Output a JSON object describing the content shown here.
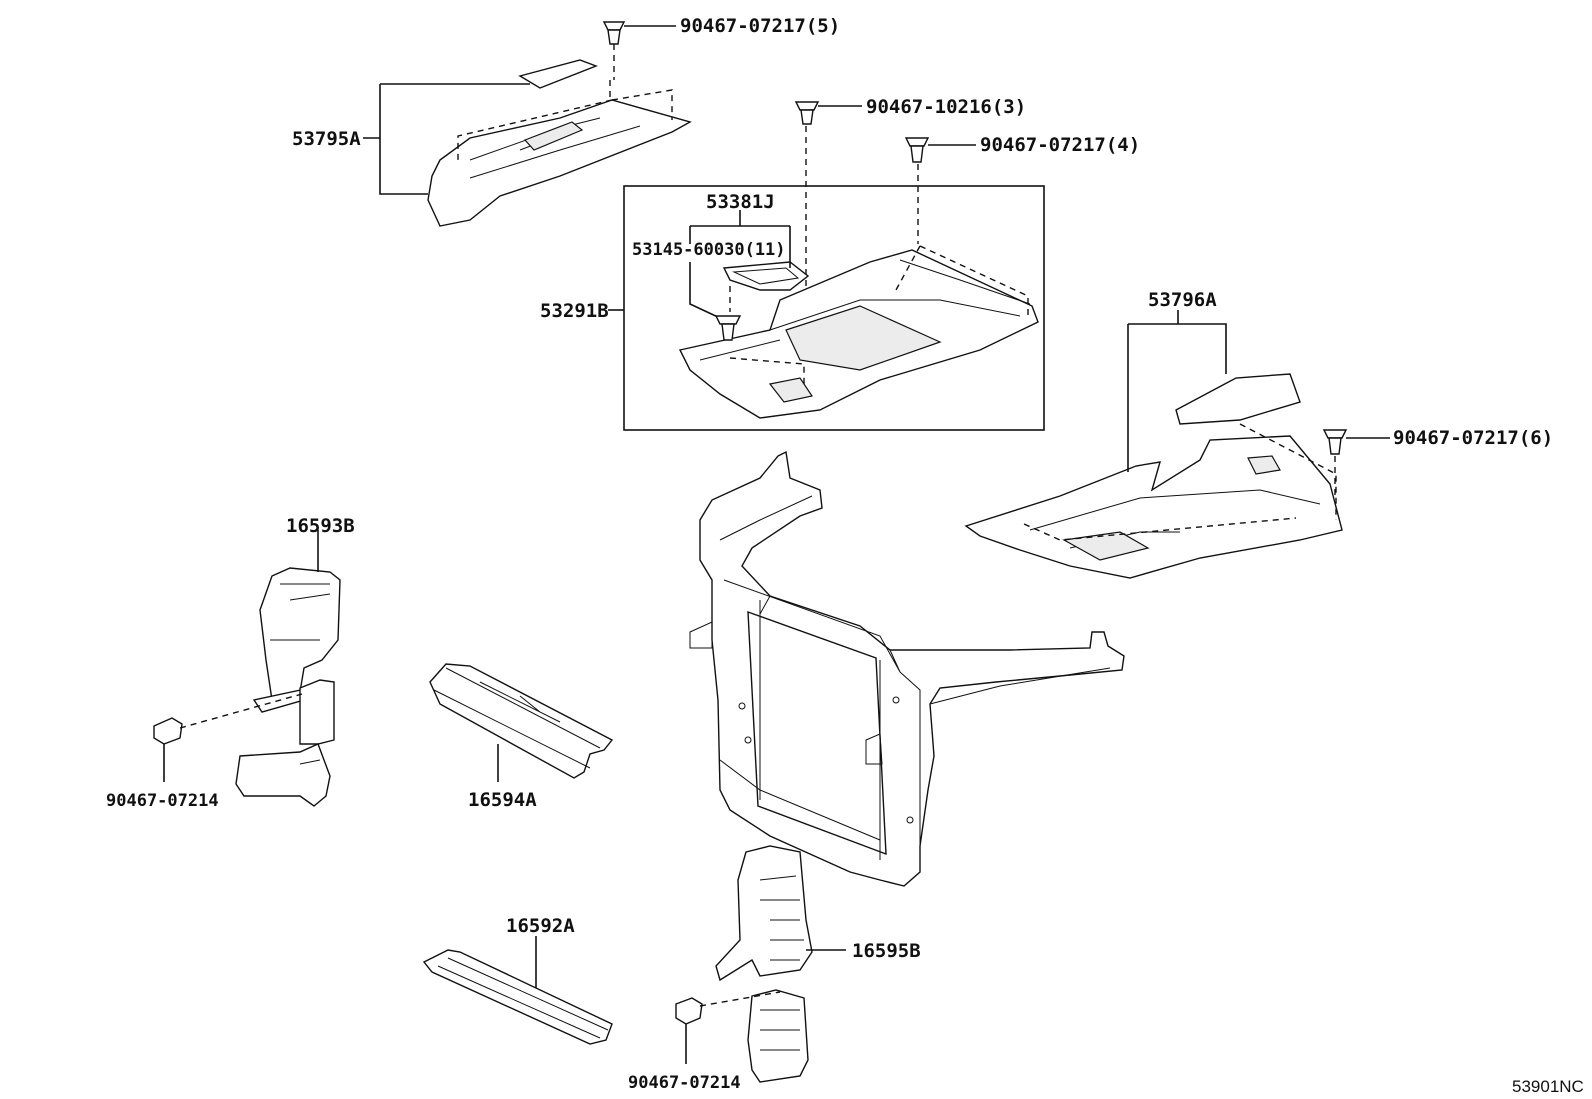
{
  "labels": {
    "c1": "90467-07217(5)",
    "c2": "90467-10216(3)",
    "c3": "90467-07217(4)",
    "c4": "90467-07217(6)",
    "c5": "90467-07214",
    "c6": "90467-07214",
    "p53795A": "53795A",
    "p53381J": "53381J",
    "p53145": "53145-60030(11)",
    "p53291B": "53291B",
    "p53796A": "53796A",
    "p16593B": "16593B",
    "p16594A": "16594A",
    "p16592A": "16592A",
    "p16595B": "16595B"
  },
  "diagram_code": "53901NC"
}
